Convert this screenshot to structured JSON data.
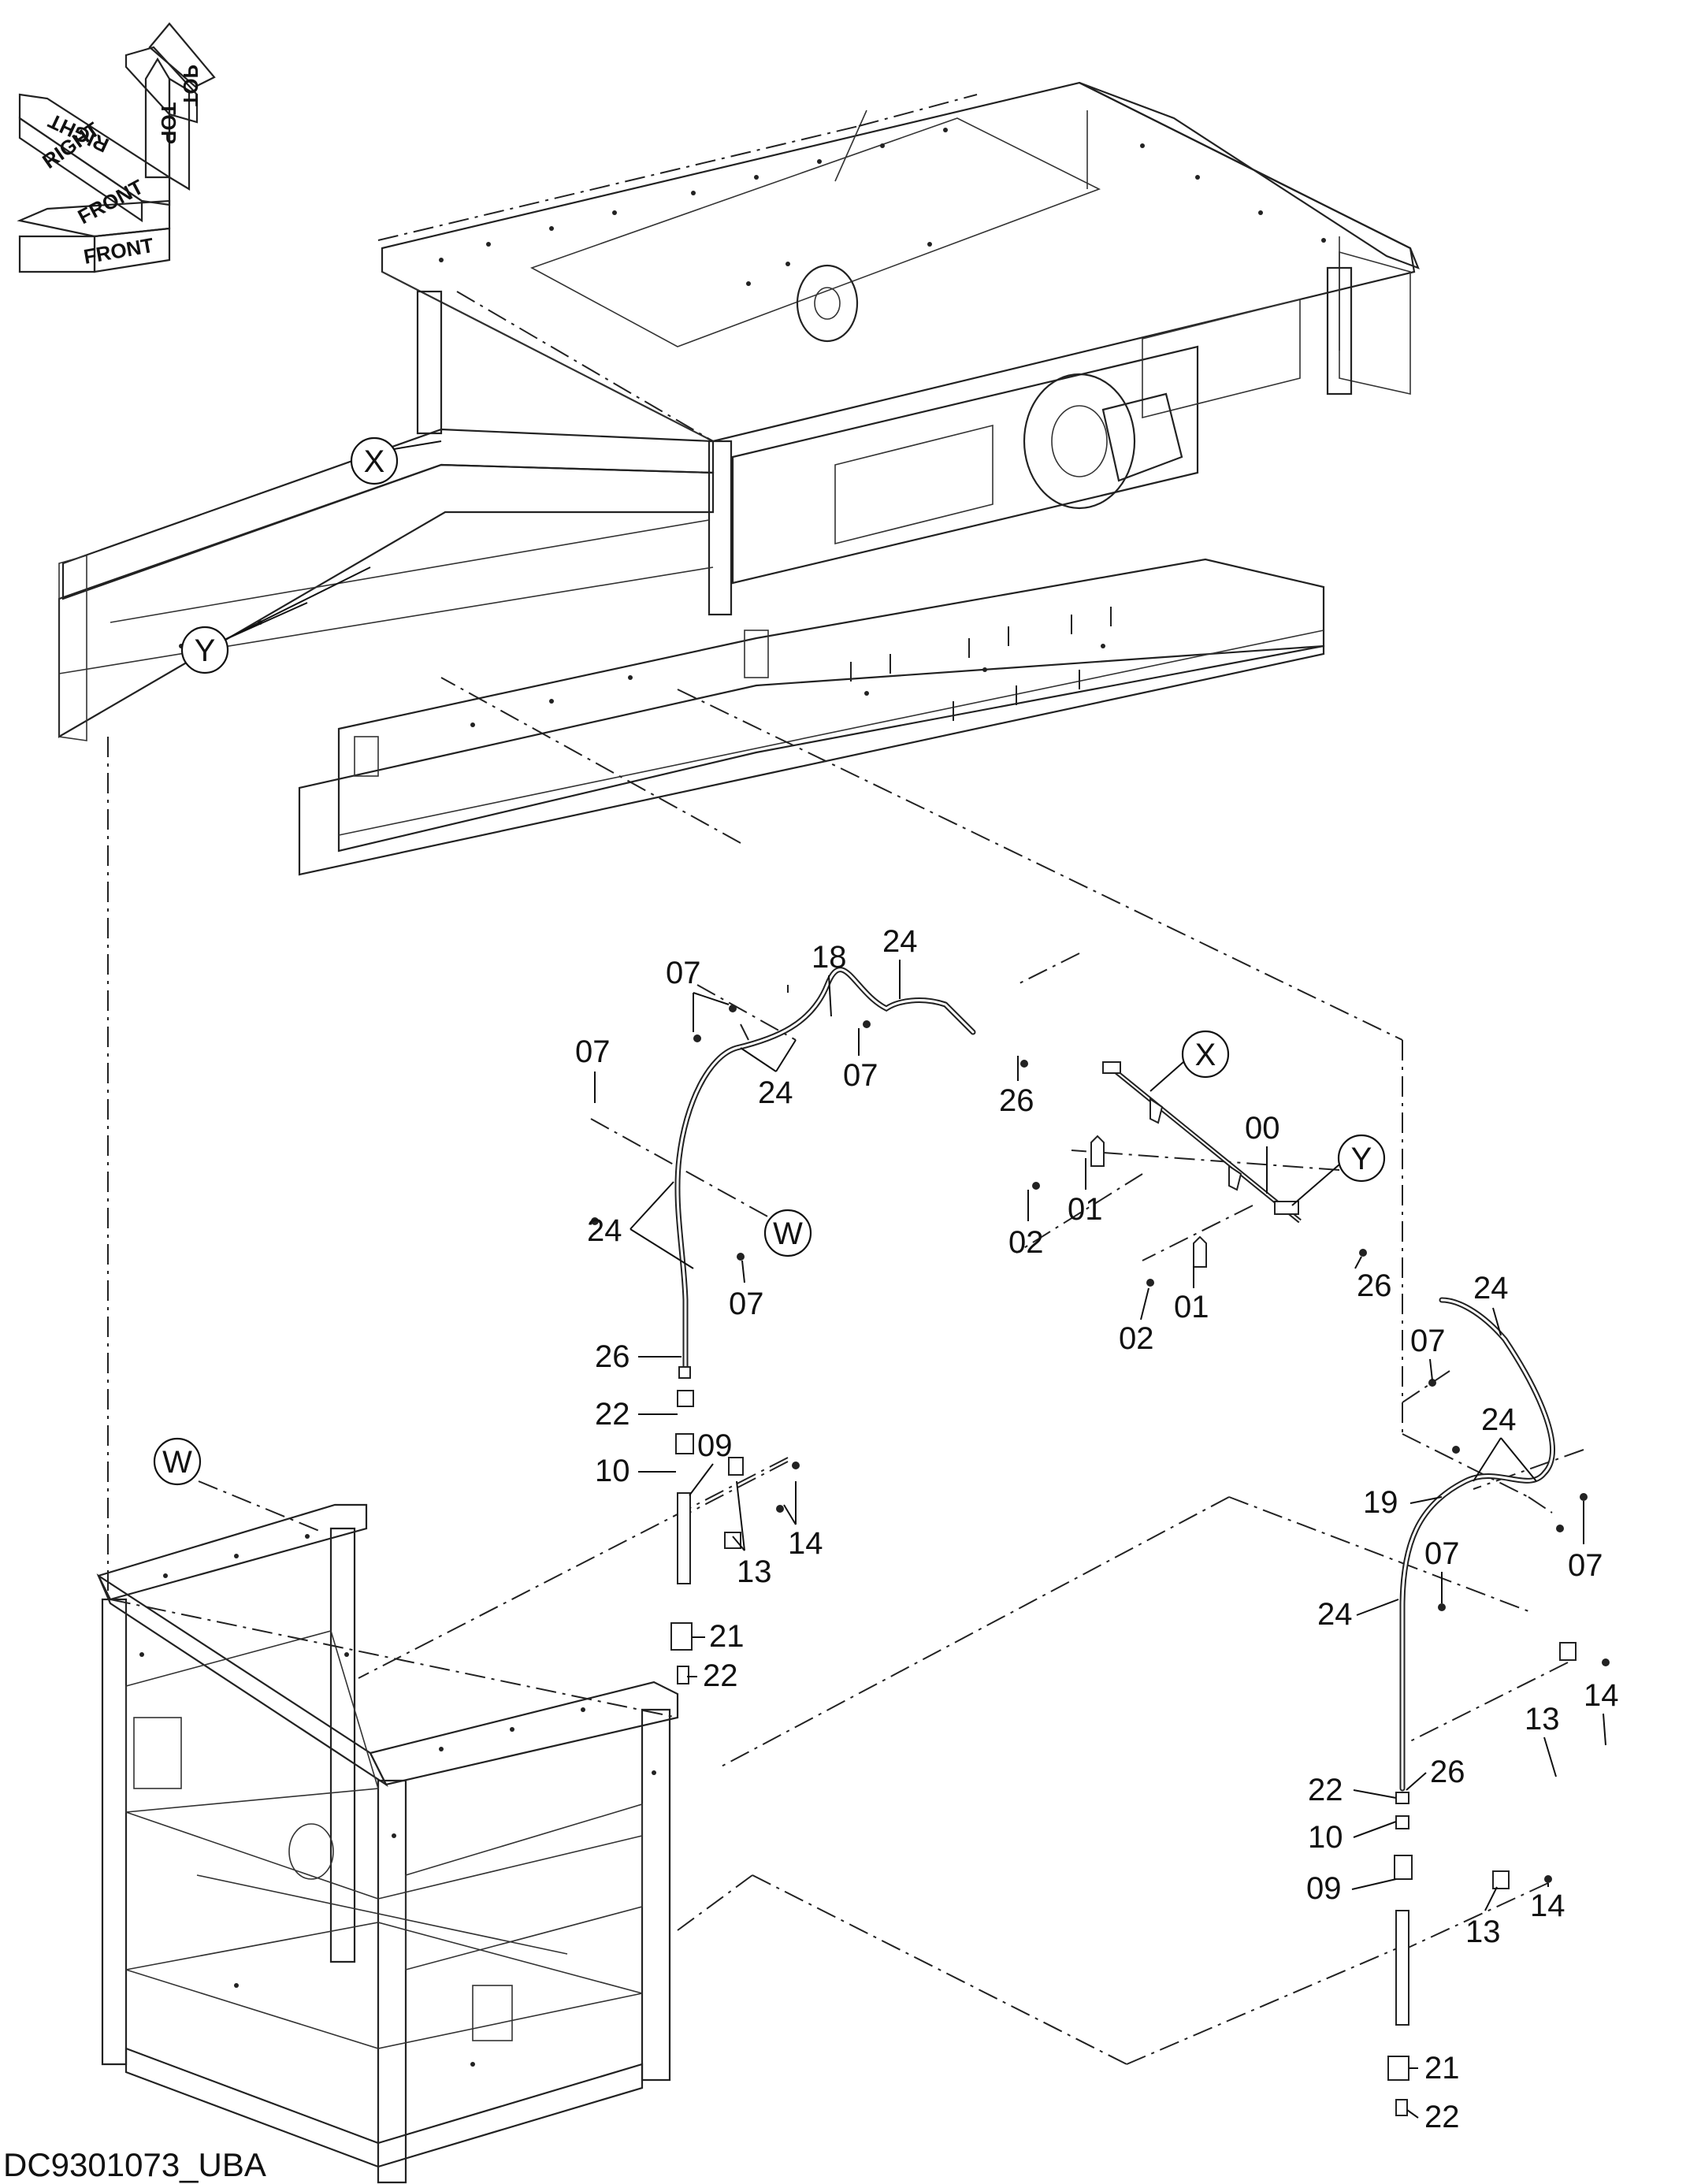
{
  "diagram_code": "DC9301073_UBA",
  "orientation": {
    "top": "TOP",
    "top_mirror": "TOP",
    "right": "RIGHT",
    "right_mirror": "RIGHT",
    "front": "FRONT",
    "front_mirror": "FRONT"
  },
  "callouts": {
    "x1": "X",
    "y1": "Y",
    "w1": "W",
    "x2": "X",
    "y2": "Y",
    "w2": "W"
  },
  "labels": {
    "l07a": "07",
    "l18": "18",
    "l24a": "24",
    "l07b": "07",
    "l07c": "07",
    "l24b": "24",
    "l26a": "26",
    "l00": "00",
    "l01a": "01",
    "l02a": "02",
    "l24c": "24",
    "l07d": "07",
    "l26b": "26",
    "l01b": "01",
    "l02b": "02",
    "l26c": "26",
    "l22a": "22",
    "l09a": "09",
    "l10a": "10",
    "l14a": "14",
    "l13a": "13",
    "l21a": "21",
    "l22b": "22",
    "l24d": "24",
    "l07e": "07",
    "l24e": "24",
    "l19": "19",
    "l07f": "07",
    "l07g": "07",
    "l24f": "24",
    "l13b": "13",
    "l14b": "14",
    "l26d": "26",
    "l22c": "22",
    "l10b": "10",
    "l09b": "09",
    "l13c": "13",
    "l14c": "14",
    "l21b": "21",
    "l22d": "22"
  }
}
